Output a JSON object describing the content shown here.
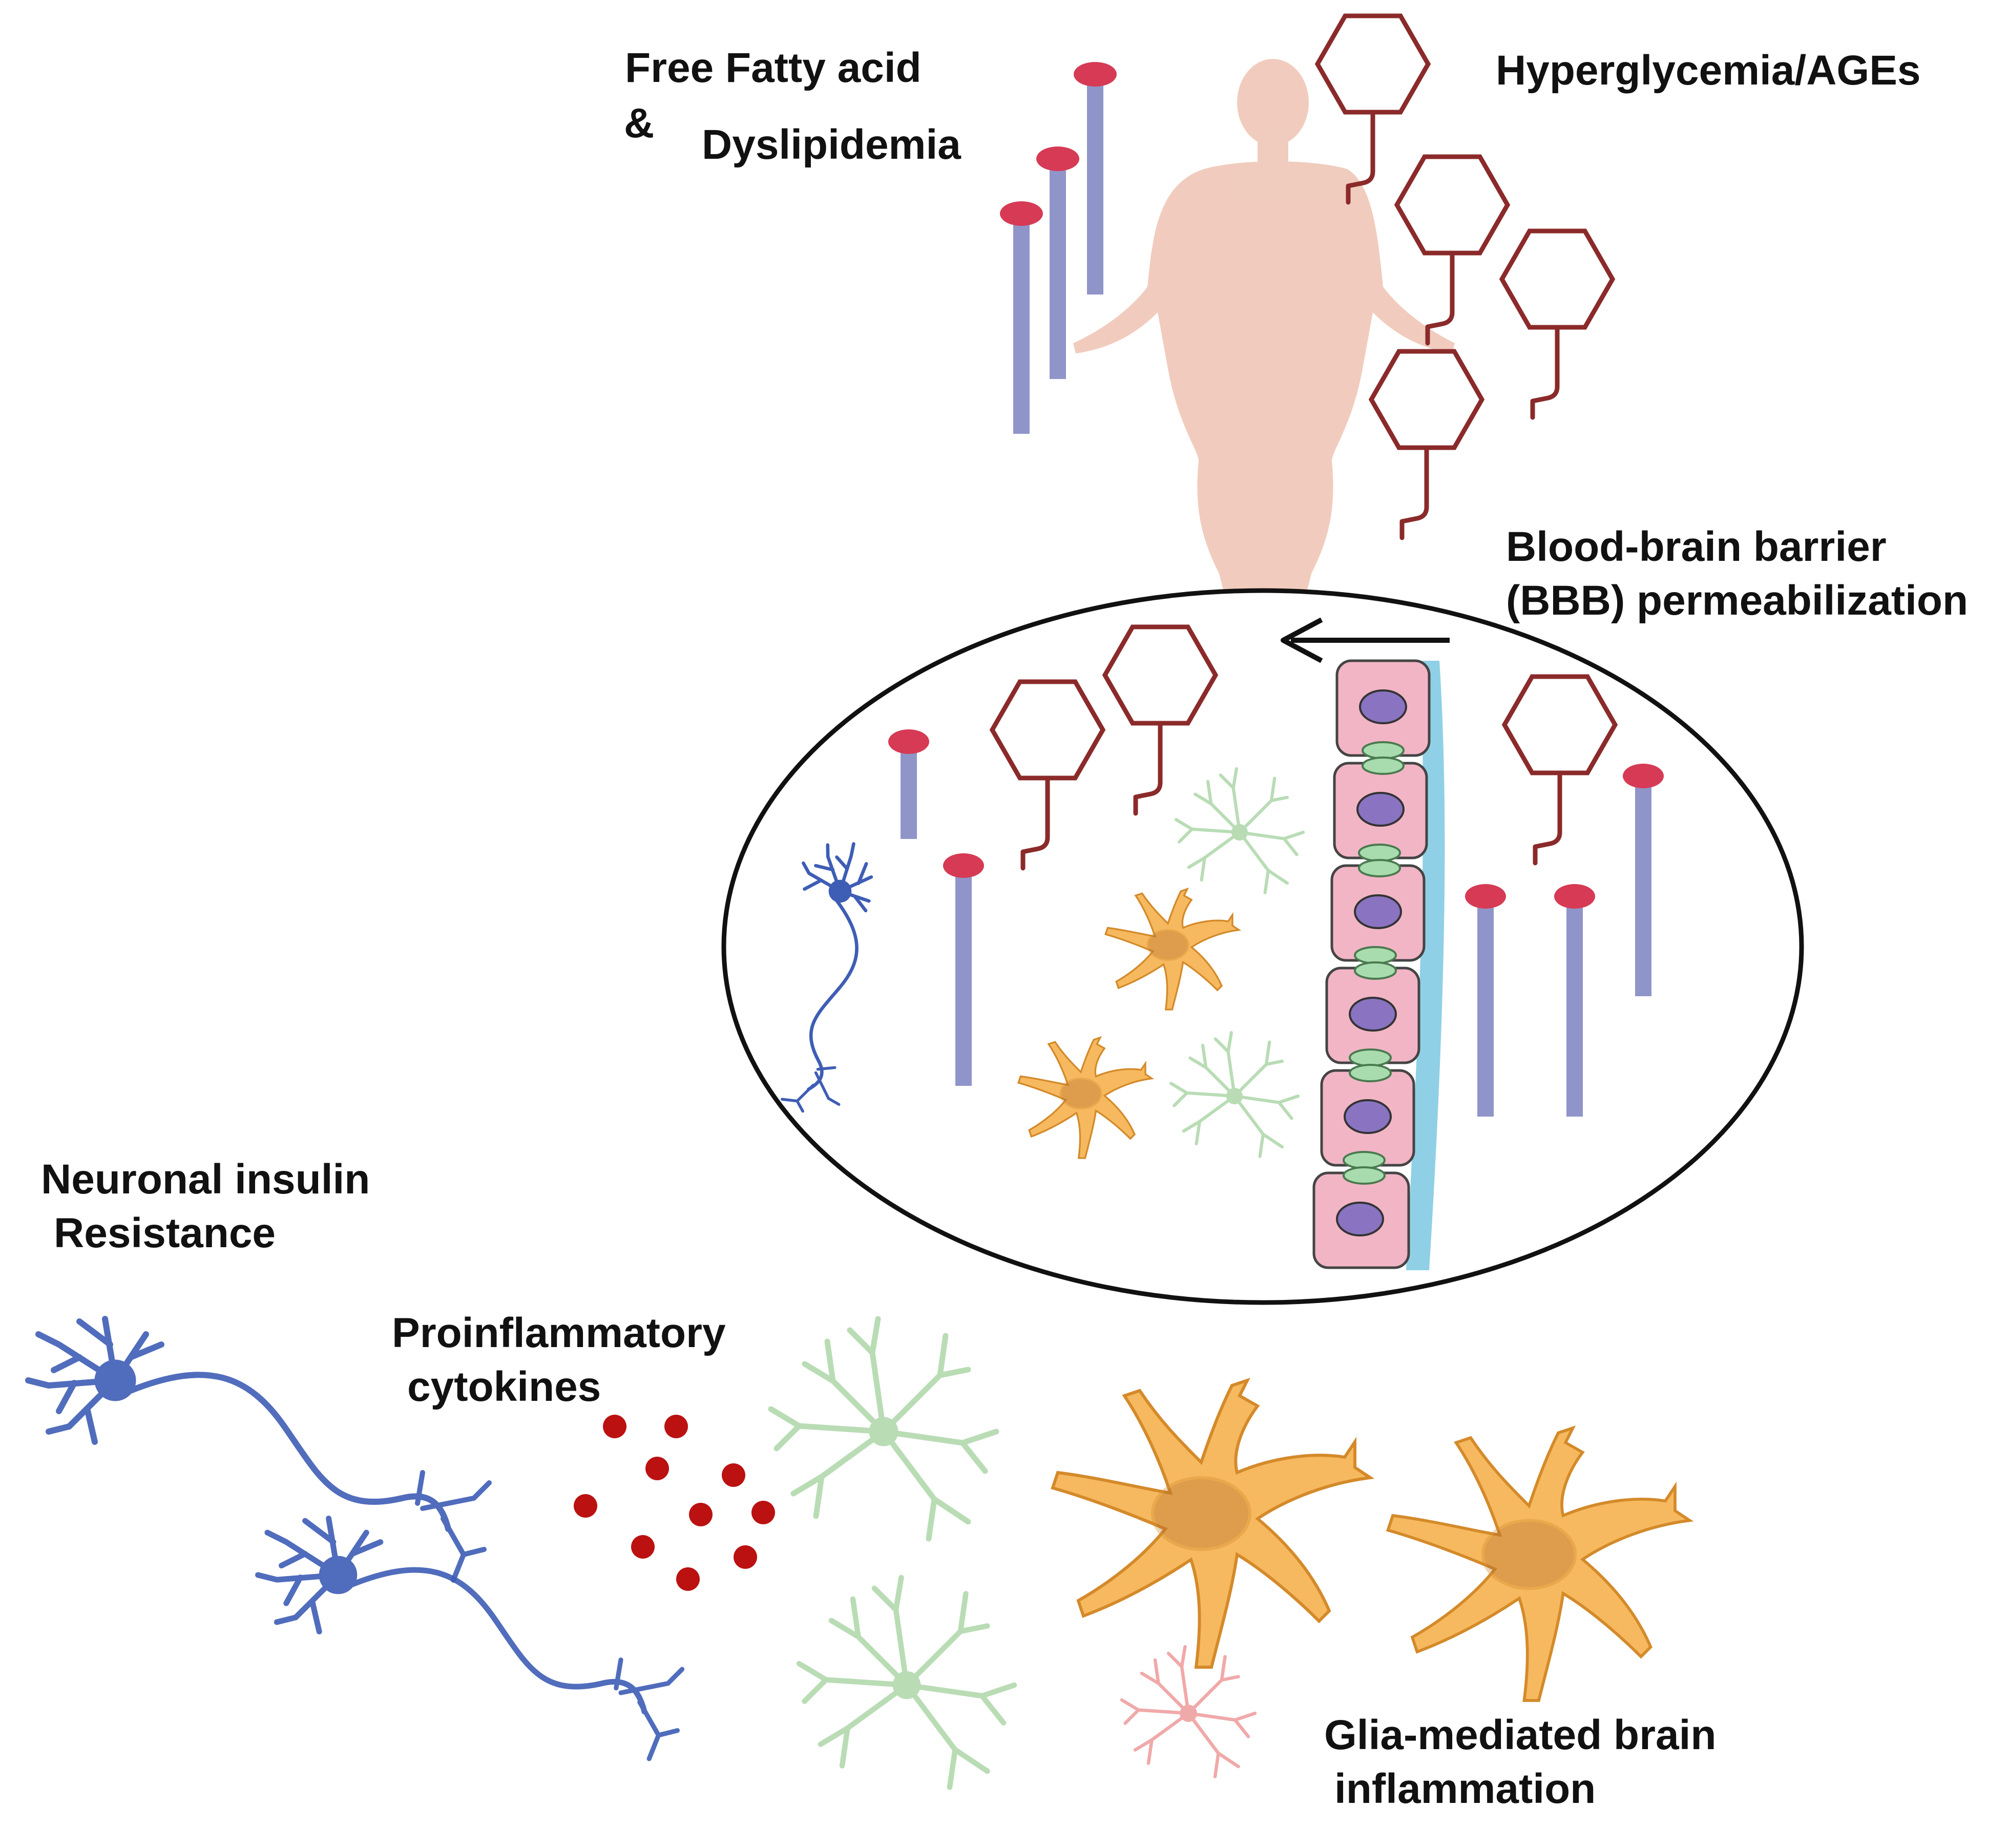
{
  "labels": {
    "ffa_line1": "Free Fatty acid",
    "ffa_amp": "&",
    "ffa_line2": "Dyslipidemia",
    "hyperglycemia": "Hyperglycemia/AGEs",
    "bbb_line1": "Blood-brain  barrier",
    "bbb_line2": "(BBB) permeabilization",
    "neuronal_line1": "Neuronal insulin",
    "neuronal_line2": "Resistance",
    "cytokines_line1": "Proinflammatory",
    "cytokines_line2": "cytokines",
    "glia_line1": "Glia-mediated brain",
    "glia_line2": "inflammation"
  },
  "colors": {
    "lipid_head": "#d63a55",
    "lipid_tail": "#8f95c9",
    "glucose": "#8b2a2a",
    "body": "#efc7b7",
    "neuron": "#3e5db5",
    "astrocyte_green": "#b9dcb5",
    "astrocyte_orange": "#f6b95f",
    "astrocyte_pink": "#f0a9a9",
    "endothelial": "#f2b5c6",
    "nucleus": "#8a73c1",
    "basement": "#8fd0e6",
    "junction": "#a8dcae",
    "cytokine": "#bb1111"
  }
}
